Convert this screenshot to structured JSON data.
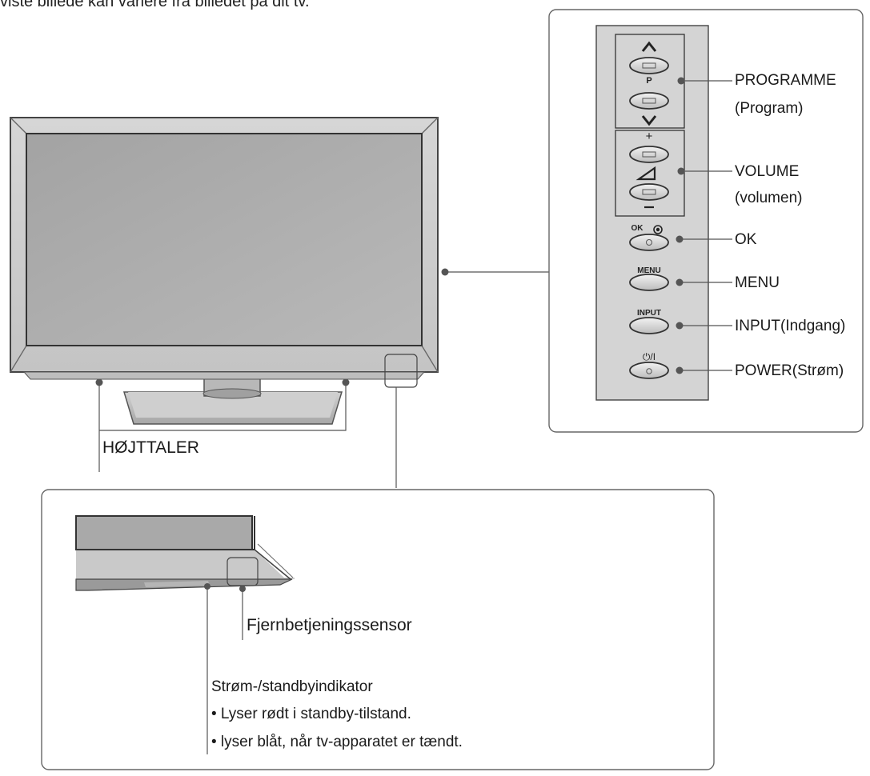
{
  "page": {
    "top_caption": "viste billede kan variere fra billedet på dit tv."
  },
  "control_panel": {
    "buttons": {
      "ok_caption": "OK",
      "menu_caption": "MENU",
      "input_caption": "INPUT",
      "power_caption": "⏻/I"
    },
    "labels": {
      "programme": "PROGRAMME",
      "programme_sub": "(Program)",
      "volume": "VOLUME",
      "volume_sub": "(volumen)",
      "ok": "OK",
      "menu": "MENU",
      "input": "INPUT(Indgang)",
      "power": "POWER(Strøm)"
    },
    "icons": [
      "up-arrow-icon",
      "down-arrow-icon",
      "plus-icon",
      "minus-icon",
      "volume-triangle-icon",
      "ok-dot-icon",
      "power-icon"
    ]
  },
  "tv": {
    "speaker_label": "HØJTTALER"
  },
  "detail_box": {
    "sensor_label": "Fjernbetjeningssensor",
    "indicator_title": "Strøm-/standbyindikator",
    "indicator_notes": [
      "• Lyser rødt i standby-tilstand.",
      "• lyser blåt, når tv-apparatet er tændt."
    ]
  },
  "colors": {
    "line": "#555555",
    "frame": "#c9c9c9",
    "screen": "#a9a9a9",
    "panel": "#d4d4d4"
  }
}
